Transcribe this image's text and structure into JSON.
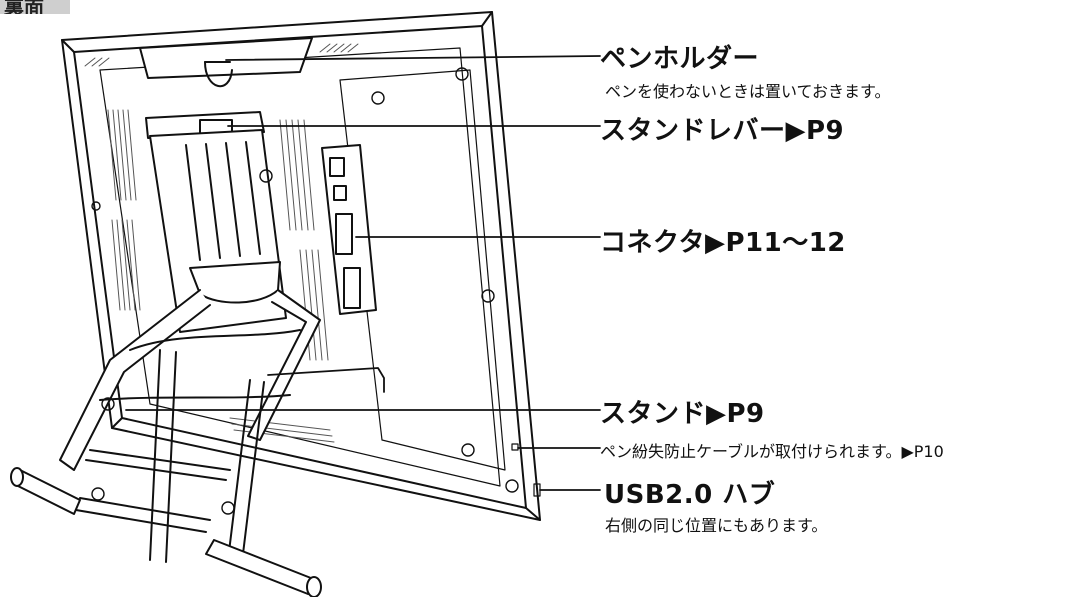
{
  "section_tab": "裏面",
  "callouts": {
    "pen_holder": {
      "title": "ペンホルダー",
      "desc": "ペンを使わないときは置いておきます。"
    },
    "stand_lever": {
      "title": "スタンドレバー▶P9"
    },
    "connector": {
      "title": "コネクタ▶P11〜12"
    },
    "stand": {
      "title": "スタンド▶P9"
    },
    "cable_note": {
      "text": "ペン紛失防止ケーブルが取付けられます。▶P10"
    },
    "usb_hub": {
      "title": "USB2.0 ハブ",
      "desc": "右側の同じ位置にもあります。"
    }
  },
  "colors": {
    "line": "#111111",
    "tab_bg": "#cfcfcf",
    "background": "#ffffff"
  }
}
